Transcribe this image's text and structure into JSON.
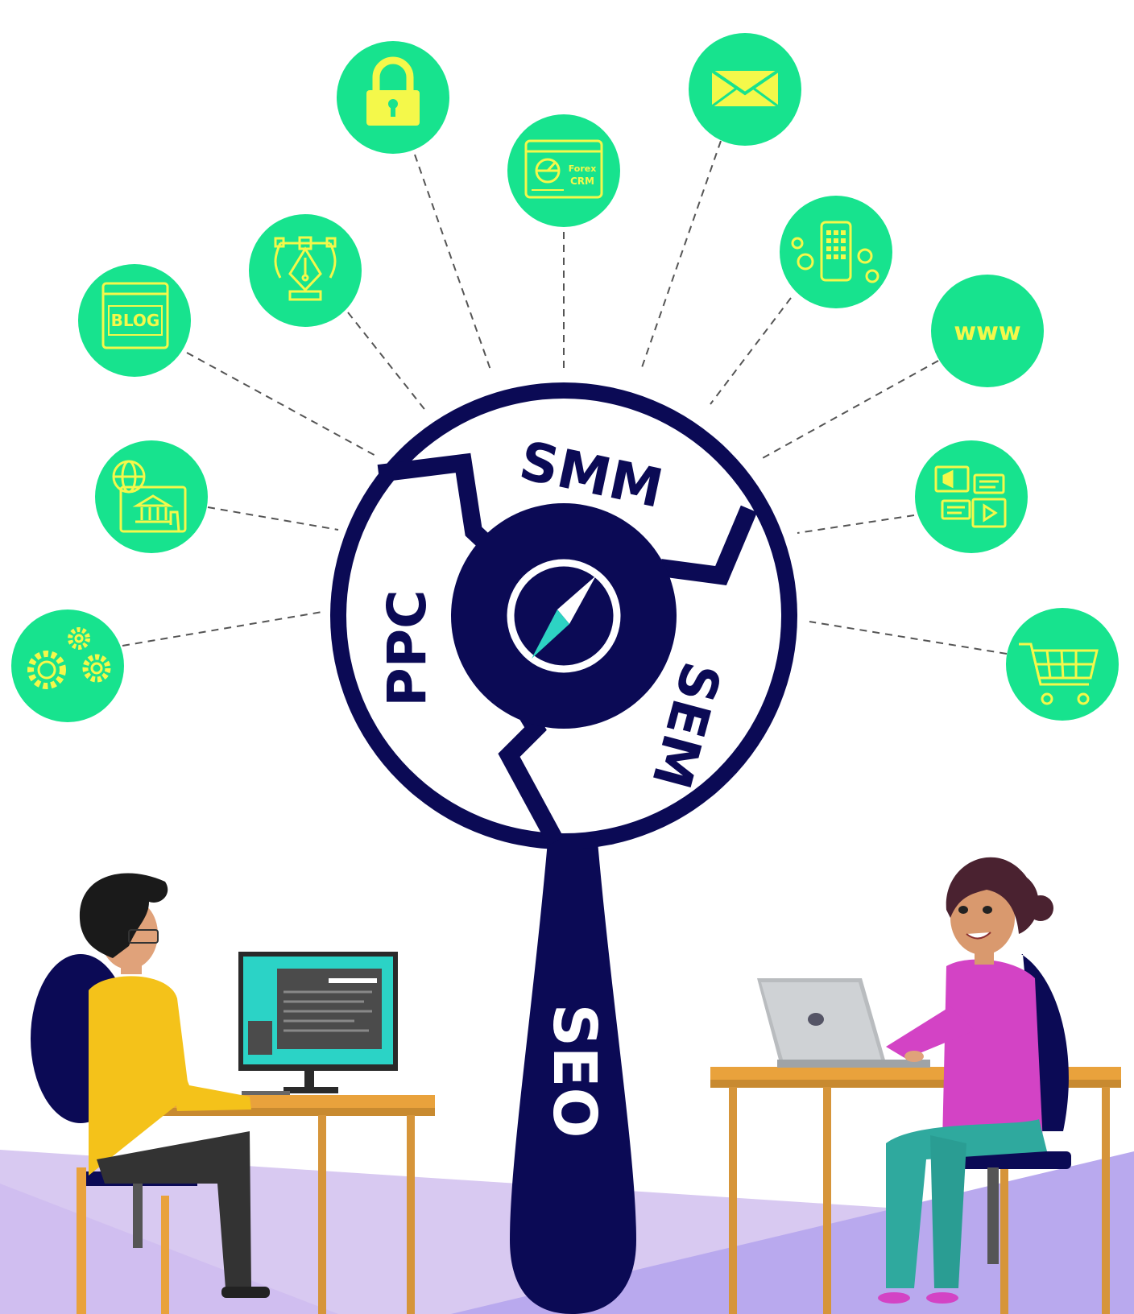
{
  "colors": {
    "navy": "#0b0a55",
    "icon_circle": "#17e38e",
    "icon_line": "#f4f84a",
    "floor_lavender": "#d8c9f1",
    "floor_purple": "#b7a7ee",
    "desk_orange": "#e9a23c",
    "compass_teal": "#2dd3c3"
  },
  "magnifier": {
    "segments": {
      "smm": "SMM",
      "sem": "SEM",
      "ppc": "PPC"
    },
    "handle_label": "SEO",
    "center": "compass-icon"
  },
  "icons": {
    "lock": {
      "name": "lock-icon"
    },
    "crm": {
      "name": "forex-crm-icon",
      "line1": "Forex",
      "line2": "CRM"
    },
    "email": {
      "name": "envelope-icon"
    },
    "design": {
      "name": "pen-tool-icon"
    },
    "blog": {
      "name": "blog-icon",
      "text": "BLOG"
    },
    "app": {
      "name": "mobile-app-icon"
    },
    "www": {
      "name": "www-icon",
      "text": "www"
    },
    "bank": {
      "name": "online-banking-icon"
    },
    "chat": {
      "name": "chat-media-icon"
    },
    "gears": {
      "name": "gears-icon"
    },
    "cart": {
      "name": "shopping-cart-icon"
    }
  },
  "people": {
    "man": "man-at-desktop",
    "woman": "woman-at-laptop"
  }
}
